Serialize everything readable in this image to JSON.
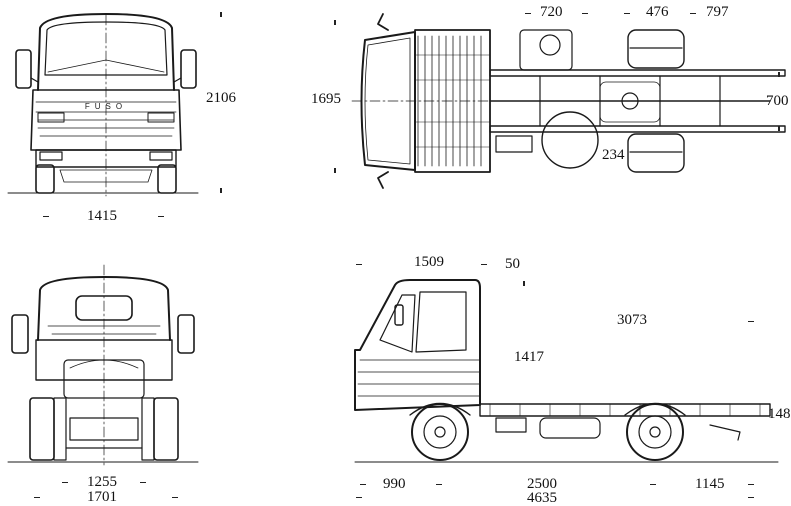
{
  "dimensions": {
    "front_height": "2106",
    "front_width": "1415",
    "top_cab_width": "1695",
    "top_span_a": "720",
    "top_span_b": "476",
    "top_span_c": "797",
    "top_frame_width": "700",
    "top_offset": "234",
    "rear_track": "1255",
    "rear_width": "1701",
    "side_cab_length": "1509",
    "side_gap": "50",
    "side_body_length": "3073",
    "side_frame_height": "1417",
    "side_front_overhang": "990",
    "side_wheelbase": "2500",
    "side_rear_overhang": "1145",
    "side_overall_length": "4635",
    "side_rear_height": "148"
  },
  "brand_mark": "FUSO"
}
